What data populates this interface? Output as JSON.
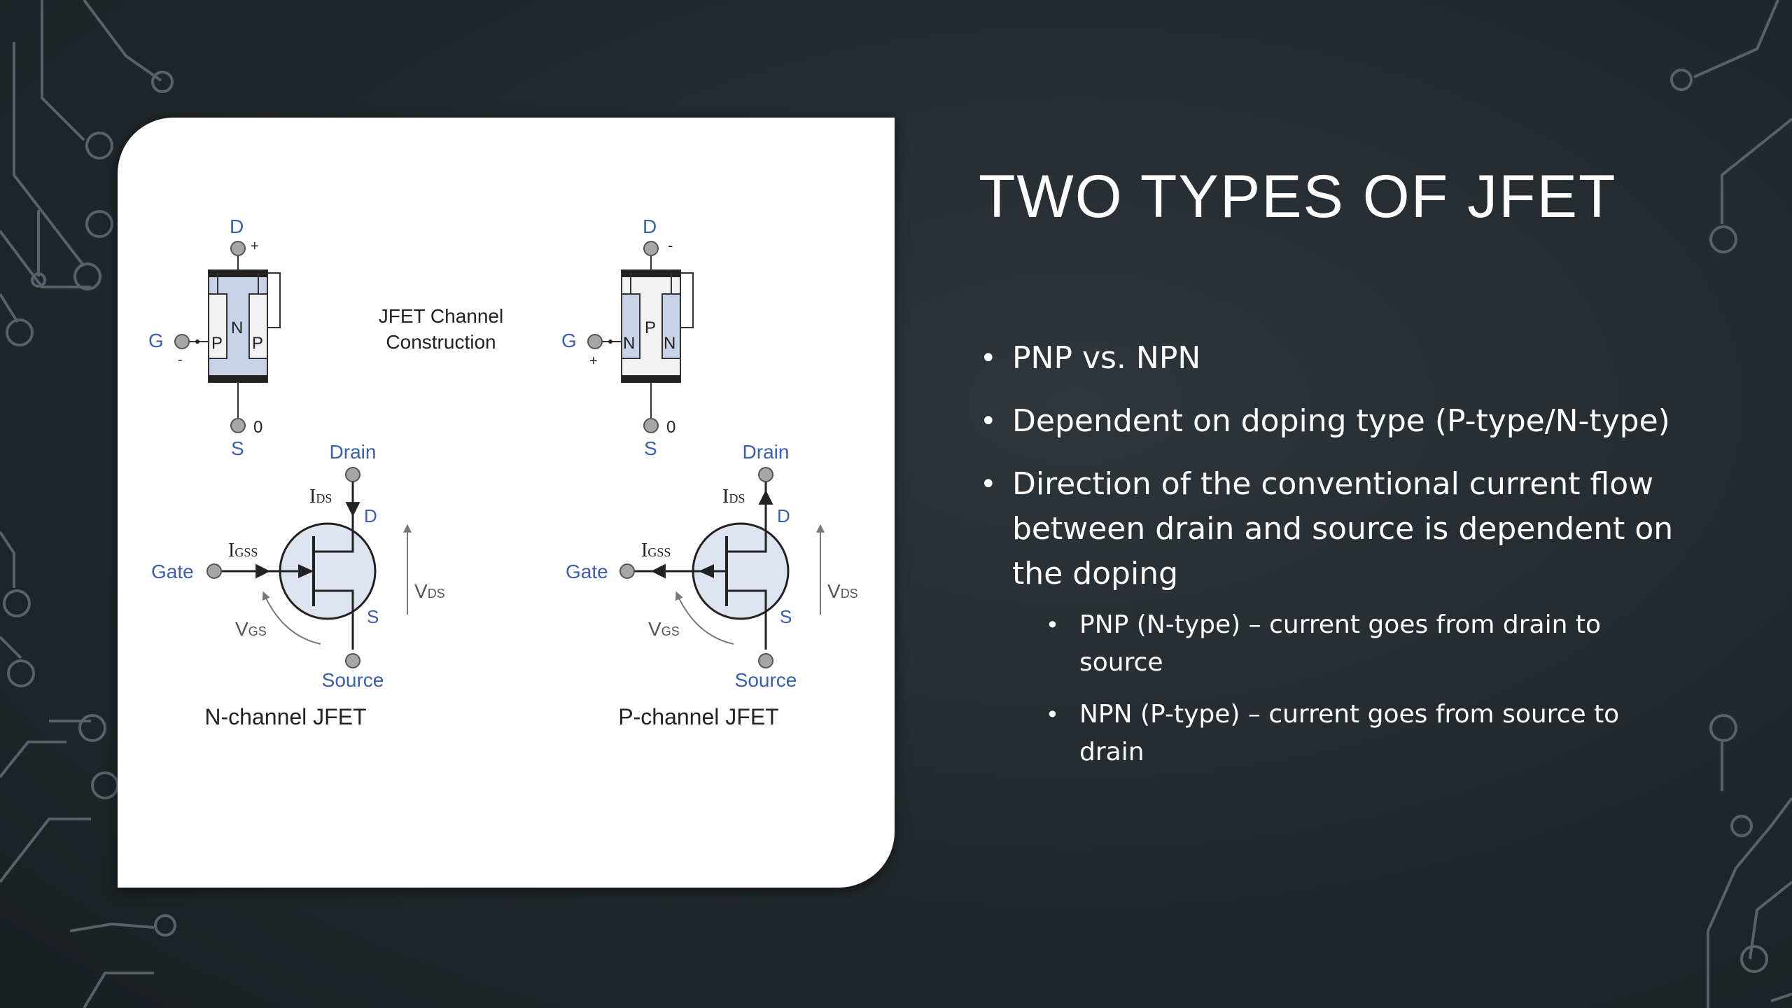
{
  "slide": {
    "title": "TWO TYPES OF JFET",
    "bullets": [
      "PNP vs. NPN",
      "Dependent on doping type (P-type/N-type)",
      "Direction of the conventional current flow between drain and source is dependent on the doping"
    ],
    "sub_bullets": [
      "PNP (N-type) – current goes from drain to source",
      "NPN (P-type) – current goes from source to drain"
    ]
  },
  "diagram": {
    "construction_label_1": "JFET Channel",
    "construction_label_2": "Construction",
    "n_channel": {
      "name": "N-channel JFET",
      "d": "D",
      "g": "G",
      "s": "S",
      "d_polarity": "+",
      "g_polarity": "-",
      "s_value": "0",
      "outer": "P",
      "inner": "N",
      "drain": "Drain",
      "gate": "Gate",
      "source": "Source",
      "ids": "I",
      "ids_sub": "DS",
      "igss": "I",
      "igss_sub": "GSS",
      "vgs": "V",
      "vgs_sub": "GS",
      "vds": "V",
      "vds_sub": "DS"
    },
    "p_channel": {
      "name": "P-channel JFET",
      "d": "D",
      "g": "G",
      "s": "S",
      "d_polarity": "-",
      "g_polarity": "+",
      "s_value": "0",
      "outer": "N",
      "inner": "P",
      "drain": "Drain",
      "gate": "Gate",
      "source": "Source",
      "ids": "I",
      "ids_sub": "DS",
      "igss": "I",
      "igss_sub": "GSS",
      "vgs": "V",
      "vgs_sub": "GS",
      "vds": "V",
      "vds_sub": "DS"
    }
  },
  "colors": {
    "background": "#22282c",
    "circuit_lines": "#5a6066",
    "diagram_blue": "#3b5fb0",
    "channel_fill": "#c9d3e8",
    "gate_fill": "#f2f2f2",
    "terminal_fill": "#a6a6a6"
  }
}
